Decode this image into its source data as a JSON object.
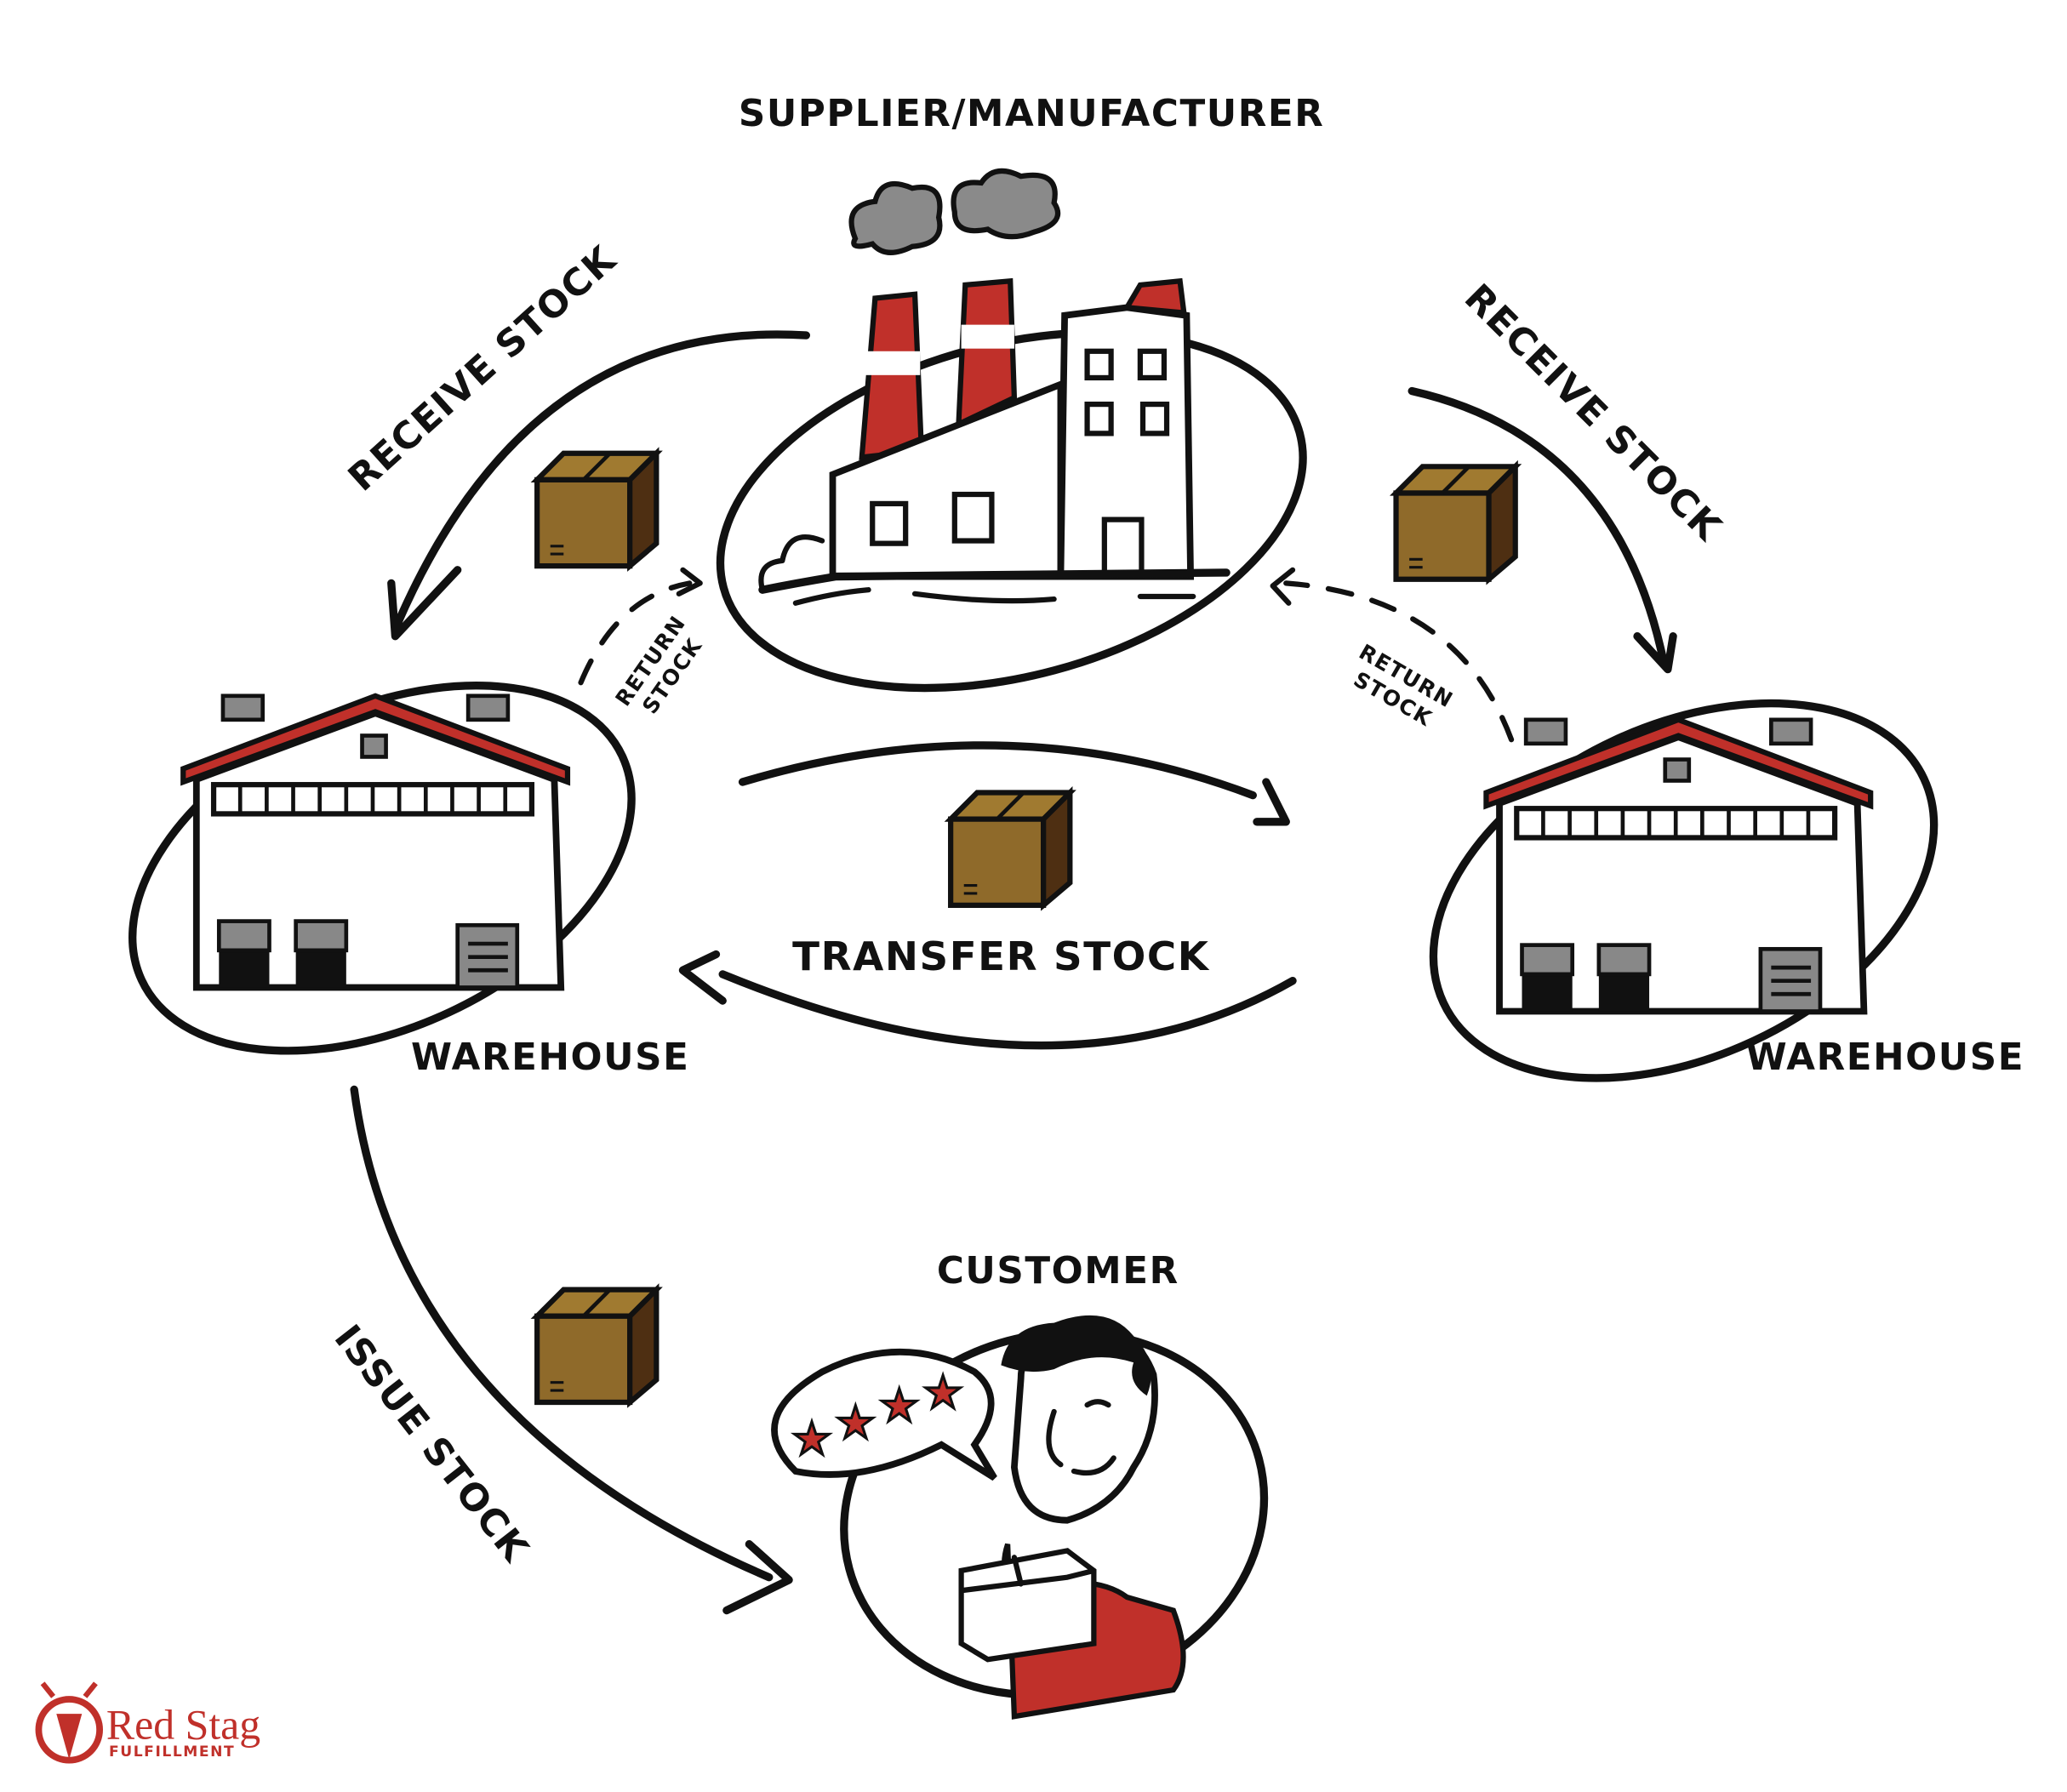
{
  "diagram": {
    "nodes": {
      "supplier": "SUPPLIER/MANUFACTURER",
      "warehouse_left": "WAREHOUSE",
      "warehouse_right": "WAREHOUSE",
      "customer": "CUSTOMER"
    },
    "edges": {
      "receive_left": "RECEIVE STOCK",
      "receive_right": "RECEIVE STOCK",
      "return_left_line1": "RETURN",
      "return_left_line2": "STOCK",
      "return_right_line1": "RETURN",
      "return_right_line2": "STOCK",
      "transfer": "TRANSFER STOCK",
      "issue": "ISSUE STOCK"
    }
  },
  "logo": {
    "name": "Red Stag",
    "sub": "FULFILLMENT"
  },
  "colors": {
    "accent_red": "#c0302a",
    "box_brown": "#8f6a2a",
    "smoke_gray": "#8a8a8a",
    "ink": "#111111"
  }
}
